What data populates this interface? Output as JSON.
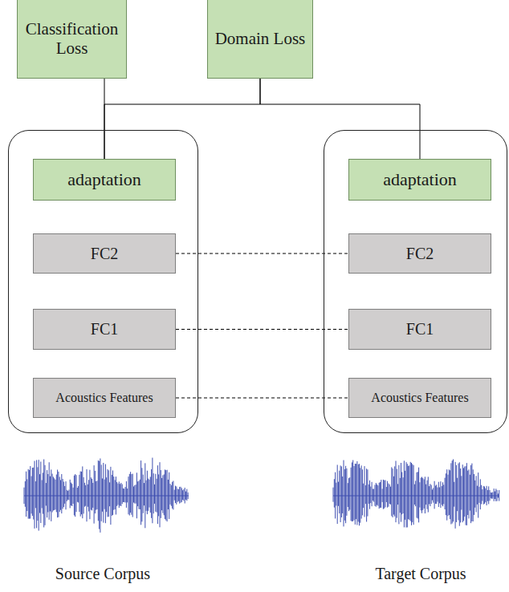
{
  "diagram": {
    "nodes": [
      {
        "text": [
          "Classification Loss"
        ]
      },
      {
        "text": [
          "Domain Loss"
        ]
      },
      {
        "text": []
      },
      {
        "text": [
          "adaptation"
        ],
        "in": 2
      },
      {
        "text": [
          "FC2"
        ],
        "in": 2
      },
      {
        "text": [
          "FC1"
        ],
        "in": 2
      },
      {
        "text": [
          "Acoustics Features"
        ],
        "in": 2
      },
      {
        "text": []
      },
      {
        "text": [
          "adaptation"
        ],
        "in": 7
      },
      {
        "text": [
          "FC2"
        ],
        "in": 7
      },
      {
        "text": [
          "FC1"
        ],
        "in": 7
      },
      {
        "text": [
          "Acoustics Features"
        ],
        "in": 7
      }
    ],
    "edges": [
      {
        "from": 0,
        "to": 3,
        "arrow": "none"
      },
      {
        "from": 1,
        "to": 3,
        "arrow": "none"
      },
      {
        "from": 1,
        "to": 8,
        "arrow": "none"
      },
      {
        "from": 4,
        "to": 9,
        "arrow": "none"
      },
      {
        "from": 5,
        "to": 10,
        "arrow": "none"
      },
      {
        "from": 6,
        "to": 11,
        "arrow": "none"
      }
    ],
    "labels": [
      "Source Corpus",
      "Target Corpus"
    ]
  }
}
